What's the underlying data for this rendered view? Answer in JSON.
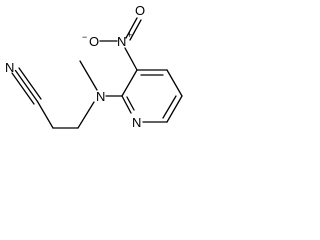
{
  "molecule": {
    "atoms": {
      "nitrile_n": "N",
      "amine_n": "N",
      "pyridine_n": "N",
      "nitro_n": "N",
      "nitro_n_charge": "+",
      "nitro_o_left": "O",
      "nitro_o_left_charge": "−",
      "nitro_o_right": "O"
    }
  },
  "colors": {
    "stroke": "#000000",
    "background": "#ffffff"
  }
}
